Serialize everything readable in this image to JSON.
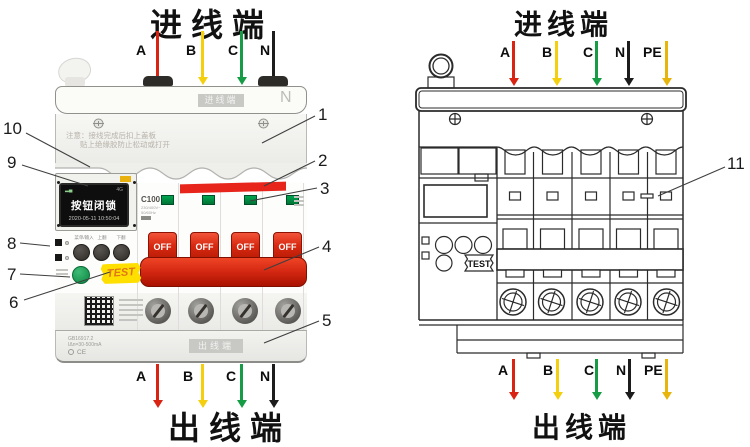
{
  "titles": {
    "in": "进线端",
    "out": "出线端"
  },
  "colors": {
    "phase_a": "#d92313",
    "phase_b": "#f4cf0e",
    "phase_c": "#159c44",
    "phase_n": "#1c1c1c",
    "phase_pe": "#e8b50c",
    "handle_red": "#d92a12",
    "indicator_green": "#00a551",
    "test_yellow": "#ffdf00"
  },
  "left": {
    "phases": [
      {
        "label": "A",
        "color": "#d92313"
      },
      {
        "label": "B",
        "color": "#f4cf0e"
      },
      {
        "label": "C",
        "color": "#159c44"
      },
      {
        "label": "N",
        "color": "#1c1c1c"
      }
    ]
  },
  "right": {
    "phases": [
      {
        "label": "A",
        "color": "#d92313"
      },
      {
        "label": "B",
        "color": "#f4cf0e"
      },
      {
        "label": "C",
        "color": "#159c44"
      },
      {
        "label": "N",
        "color": "#1c1c1c"
      },
      {
        "label": "PE",
        "color": "#e8b50c"
      }
    ],
    "device": {
      "test": "TEST"
    }
  },
  "ld": {
    "port_top": "进线端",
    "n_mark": "N",
    "note1": "注意：接线完成后扣上盖板",
    "note2": "贴上绝缘胶防止松动或打开",
    "display": {
      "status": "按钮闭锁",
      "datetime": "2020-05-11  10:50:04",
      "net": "4G",
      "signal": "▂▄"
    },
    "btn1": "菜单/输入",
    "btn2": "上翻",
    "btn3": "下翻",
    "test": "TEST",
    "model": "C100",
    "rating1": "230/400V~",
    "rating2": "50/60Hz",
    "off": "OFF",
    "std1": "GB16917.2",
    "std2": "IΔn=30-500mA",
    "std3": "CE",
    "port_bottom": "出线端"
  },
  "callouts": {
    "c1": "1",
    "c2": "2",
    "c3": "3",
    "c4": "4",
    "c5": "5",
    "c6": "6",
    "c7": "7",
    "c8": "8",
    "c9": "9",
    "c10": "10",
    "c11": "11"
  }
}
